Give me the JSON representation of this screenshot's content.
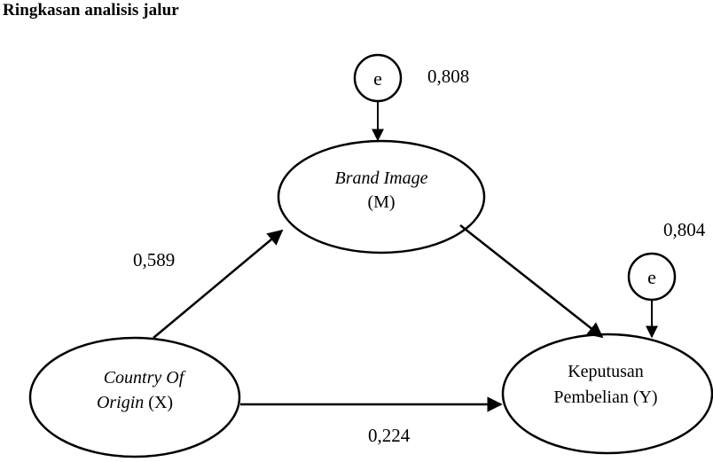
{
  "title": "Ringkasan analisis jalur",
  "nodes": {
    "mediator": {
      "name": "Brand Image",
      "code": "(M)"
    },
    "independent": {
      "name_line1": "Country Of",
      "name_line2": "Origin",
      "code": "(X)"
    },
    "dependent": {
      "line1": "Keputusan",
      "line2": "Pembelian (Y)"
    }
  },
  "errors": {
    "mediator": {
      "symbol": "e",
      "value": "0,808"
    },
    "dependent": {
      "symbol": "e",
      "value": "0,804"
    }
  },
  "paths": {
    "x_to_m": "0,589",
    "x_to_y": "0,224"
  }
}
